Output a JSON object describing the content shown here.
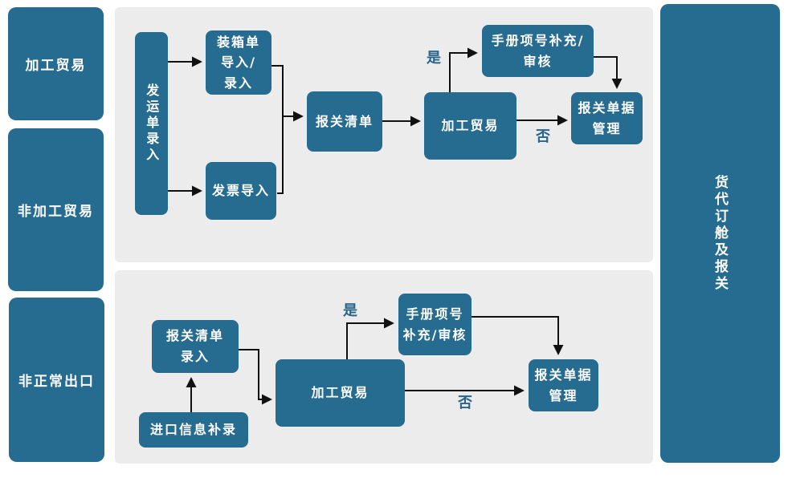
{
  "colors": {
    "box": "#266b90",
    "panel": "#ececec",
    "page": "#ffffff",
    "box_text": "#ffffff",
    "arrow": "#111111",
    "decision_label": "#2a648c"
  },
  "left_sidebar": {
    "items": [
      {
        "label": "加工贸易"
      },
      {
        "label": "非加工贸易"
      },
      {
        "label": "非正常出口"
      }
    ]
  },
  "right_sidebar": {
    "label": "货代订舱及报关"
  },
  "top_flow": {
    "nodes": {
      "shipping_order_entry": "发运单录入",
      "packing_list_import": "装箱单\n导入/\n录入",
      "invoice_import": "发票导入",
      "declaration_list": "报关清单",
      "processing_trade": "加工贸易",
      "manual_item_supplement": "手册项号补充/\n审核",
      "declaration_doc_mgmt": "报关单据\n管理"
    },
    "decisions": {
      "yes": "是",
      "no": "否"
    }
  },
  "bottom_flow": {
    "nodes": {
      "declaration_list_entry": "报关清单\n录入",
      "import_info_supplement": "进口信息补录",
      "processing_trade": "加工贸易",
      "manual_item_supplement": "手册项号\n补充/审核",
      "declaration_doc_mgmt": "报关单据\n管理"
    },
    "decisions": {
      "yes": "是",
      "no": "否"
    }
  }
}
